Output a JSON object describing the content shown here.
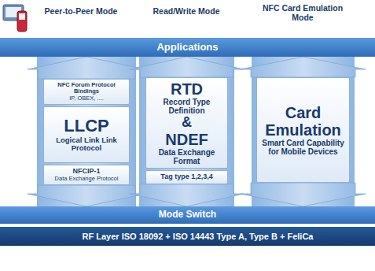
{
  "diagram": {
    "nodes": [
      {
        "text": [
          "Applications"
        ]
      },
      {
        "text": [
          "NFC Forum Protocol Bindings",
          "IP, OBEX, ...."
        ]
      },
      {
        "text": [
          "LLCP",
          "Logical Link Link Protocol"
        ]
      },
      {
        "text": [
          "NFCIP-1",
          "Data Exchange Protocol"
        ]
      },
      {
        "text": [
          "RTD",
          "Record Type Definition",
          "&",
          "NDEF",
          "Data Exchange Format"
        ]
      },
      {
        "text": [
          "Tag type 1,2,3,4"
        ]
      },
      {
        "text": [
          "Card Emulation",
          "Smart Card Capability for Mobile Devices"
        ]
      },
      {
        "text": [
          "Mode Switch"
        ]
      },
      {
        "text": [
          "RF Layer ISO 18092 + ISO 14443 Type A, Type B + FeliCa"
        ]
      }
    ],
    "edges": [
      {
        "from": 1,
        "to": 0,
        "arrow": "to"
      },
      {
        "from": 3,
        "to": 7,
        "arrow": "to"
      },
      {
        "from": 4,
        "to": 0,
        "arrow": "to"
      },
      {
        "from": 5,
        "to": 7,
        "arrow": "to"
      },
      {
        "from": 6,
        "to": 0,
        "arrow": "to"
      },
      {
        "from": 6,
        "to": 7,
        "arrow": "to"
      }
    ],
    "labels": [
      "Peer-to-Peer Mode",
      "Read/Write Mode",
      "NFC Card Emulation Mode"
    ]
  }
}
